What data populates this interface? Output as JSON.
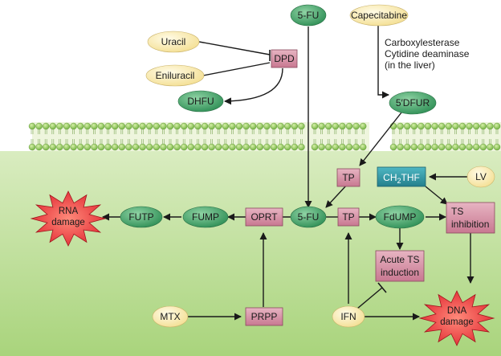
{
  "colors": {
    "green_node": "#41a56a",
    "yellow_node": "#fbf0bc",
    "pink_box": "#d78fa3",
    "teal_box": "#2e9aa8",
    "burst": "#e8303a",
    "membrane_head": "#8fce5a",
    "membrane_band": "#e9f2d6",
    "cell_interior": "#b7db8f"
  },
  "nodes": {
    "fu_top": "5-FU",
    "capecitabine": "Capecitabine",
    "uracil": "Uracil",
    "eniluracil": "Eniluracil",
    "dpd": "DPD",
    "dhfu": "DHFU",
    "dfur": "5′DFUR",
    "tp_upper": "TP",
    "ch2thf_main": "CH",
    "ch2thf_sub": "2",
    "ch2thf_tail": "THF",
    "lv": "LV",
    "fu_mid": "5-FU",
    "tp_mid": "TP",
    "oprt": "OPRT",
    "fump": "FUMP",
    "futp": "FUTP",
    "fdump": "FdUMP",
    "ts_inhibition_1": "TS",
    "ts_inhibition_2": "inhibition",
    "acute_ts_1": "Acute TS",
    "acute_ts_2": "induction",
    "rna_damage_1": "RNA",
    "rna_damage_2": "damage",
    "dna_damage_1": "DNA",
    "dna_damage_2": "damage",
    "mtx": "MTX",
    "prpp": "PRPP",
    "ifn": "IFN"
  },
  "annotations": {
    "liver_note": [
      "Carboxylesterase",
      "Cytidine deaminase",
      "(in the liver)"
    ]
  }
}
